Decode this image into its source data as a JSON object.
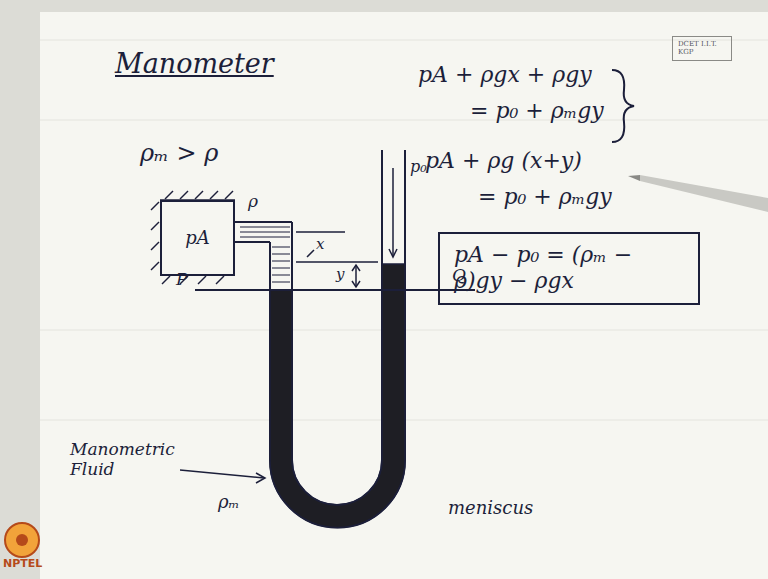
{
  "diagram": {
    "title": "Manometer",
    "nodes": [
      {
        "text": [
          "DCET I.I.T. KGP"
        ]
      },
      {
        "text": [
          "pA"
        ]
      },
      {
        "text": [
          "pA − p₀ = (ρₘ − ρ)gy − ρgx"
        ]
      }
    ],
    "labels": [
      "ρₘ > ρ",
      "pA + ρgx + ρgy",
      "= p₀ + ρₘgy",
      "pA + ρg (x+y)",
      "= p₀ + ρₘgy",
      "ρ",
      "x",
      "y",
      "P",
      "Q",
      "p₀",
      "Manometric Fluid",
      "ρₘ",
      "meniscus",
      "NPTEL"
    ]
  }
}
